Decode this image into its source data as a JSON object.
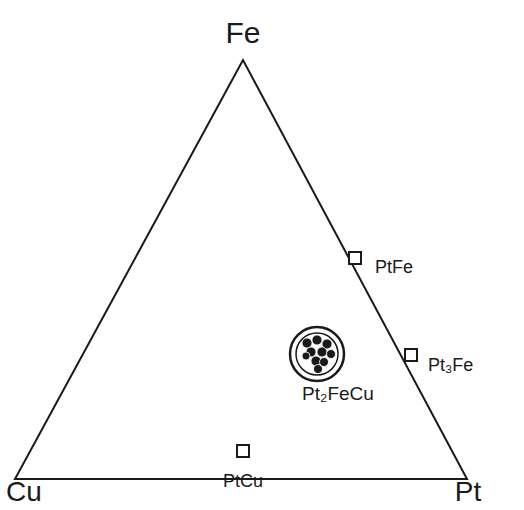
{
  "diagram": {
    "labels": [
      "Fe",
      "Cu",
      "Pt",
      "PtFe",
      "Pt₃Fe",
      "PtCu",
      "Pt₂FeCu"
    ]
  }
}
